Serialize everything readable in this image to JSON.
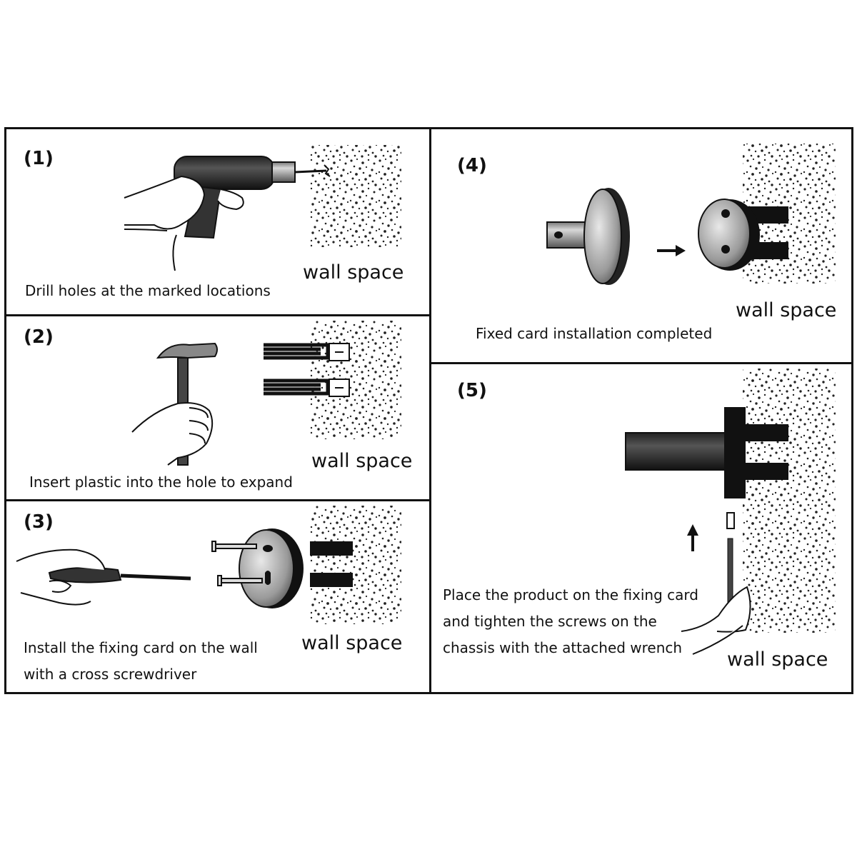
{
  "steps": [
    {
      "number": "(1)",
      "caption": "Drill holes at the marked locations",
      "wall_label": "wall space"
    },
    {
      "number": "(2)",
      "caption": "Insert plastic into the hole to expand",
      "wall_label": "wall space"
    },
    {
      "number": "(3)",
      "caption_lines": [
        "Install the fixing card on the wall",
        "with a cross screwdriver"
      ],
      "wall_label": "wall space"
    },
    {
      "number": "(4)",
      "caption": "Fixed card installation completed",
      "wall_label": "wall space"
    },
    {
      "number": "(5)",
      "caption_lines": [
        "Place the product on the fixing card",
        "and tighten the screws on the",
        "chassis with the attached wrench"
      ],
      "wall_label": "wall space"
    }
  ],
  "icons": [
    "drill-icon",
    "hammer-icon",
    "screwdriver-icon",
    "fixing-card-icon",
    "wall-anchor-icon",
    "wrench-icon",
    "arrow-right-icon",
    "arrow-up-icon"
  ],
  "colors": {
    "ink": "#111111",
    "metal": "#9a9a9a",
    "paper": "#ffffff"
  }
}
